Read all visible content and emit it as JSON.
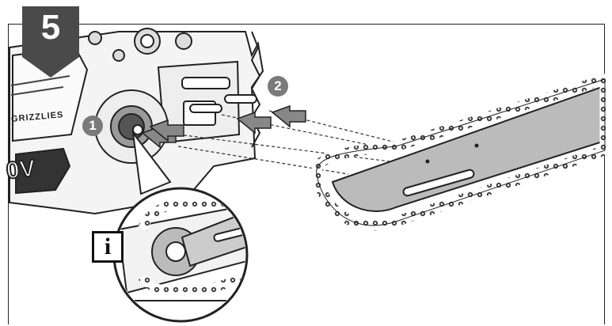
{
  "step": {
    "number": "5"
  },
  "callouts": [
    {
      "id": "1",
      "label": "1"
    },
    {
      "id": "2",
      "label": "2"
    }
  ],
  "info": {
    "label": "i"
  },
  "machine": {
    "brand_text": "GRIZZLIES",
    "volt_text": "0V"
  }
}
